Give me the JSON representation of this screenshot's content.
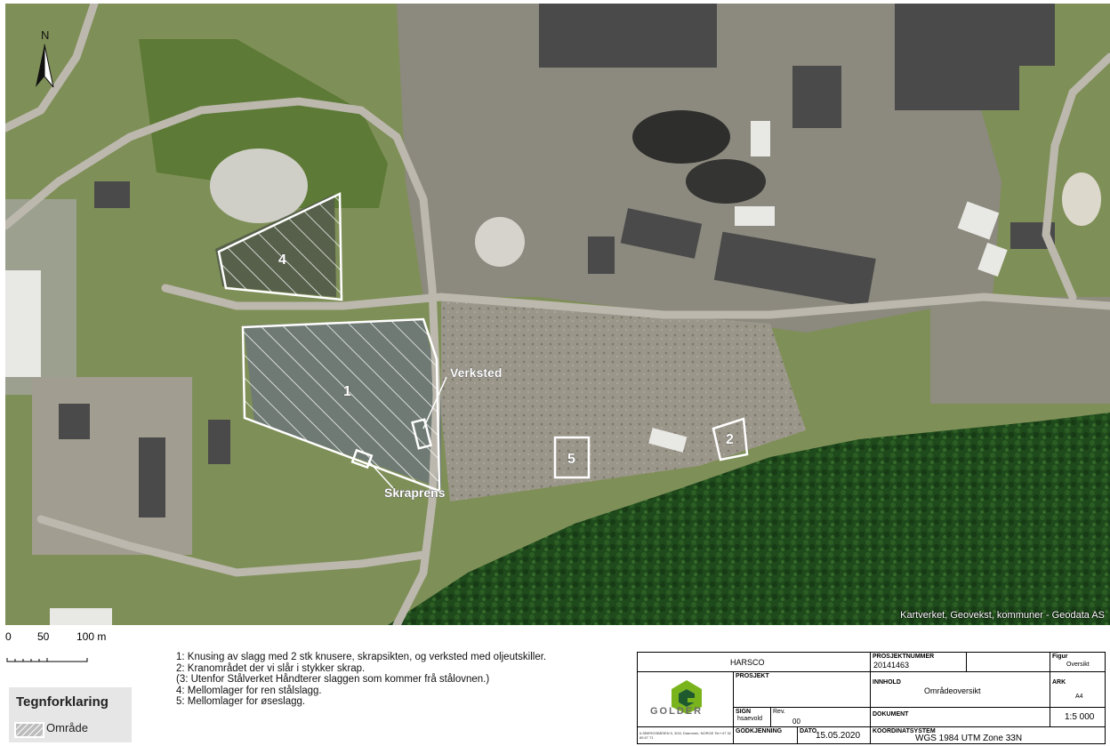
{
  "map": {
    "north_label": "N",
    "attribution": "Kartverket, Geovekst, kommuner - Geodata AS",
    "areas": [
      {
        "id": "1",
        "label": "1"
      },
      {
        "id": "2",
        "label": "2"
      },
      {
        "id": "4",
        "label": "4"
      },
      {
        "id": "5",
        "label": "5"
      }
    ],
    "annotations": {
      "verksted": "Verksted",
      "skraprens": "Skraprens"
    }
  },
  "scalebar": {
    "labels": [
      "0",
      "50",
      "100 m"
    ]
  },
  "legend": {
    "title": "Tegnforklaring",
    "item": "Område"
  },
  "notes": [
    "1: Knusing av slagg med 2 stk knusere, skrapsikten, og verksted med oljeutskiller.",
    "2: Kranområdet der vi slår i stykker skrap.",
    "(3: Utenfor Stålverket Håndterer slaggen som kommer frå stålovnen.)",
    "4: Mellomlager for ren stålslagg.",
    "5: Mellomlager for øseslagg."
  ],
  "titleblock": {
    "client": "HARSCO",
    "project_number_label": "PROSJEKTNUMMER",
    "project_number": "20141463",
    "figur_label": "Figur",
    "figur": "Oversikt",
    "prosjekt_label": "PROSJEKT",
    "innhold_label": "INNHOLD",
    "innhold": "Områdeoversikt",
    "ark_label": "ARK",
    "ark": "A4",
    "company": "GOLDER",
    "sign_label": "SIGN",
    "sign": "hsaevold",
    "rev_label": "Rev.",
    "rev": "00",
    "dokument_label": "DOKUMENT",
    "scale": "1:5 000",
    "address": "ILSBERGSBÅSEN 5, 3011 Drammen, NORGE Tel:+47 32 89 67 71",
    "godkjenning_label": "GODKJENNING",
    "dato_label": "DATO",
    "dato": "15.05.2020",
    "koord_label": "KOORDINATSYSTEM",
    "koord": "WGS 1984 UTM Zone 33N"
  },
  "colors": {
    "forest": "#1f4a1c",
    "grass": "#6f8c3e",
    "industrial": "#8d8a80",
    "road": "#b9b6ae",
    "roof": "#4a4a4a",
    "boundary": "#ffffff",
    "golder_green": "#7ab41d",
    "golder_dark": "#1f5a2e"
  }
}
